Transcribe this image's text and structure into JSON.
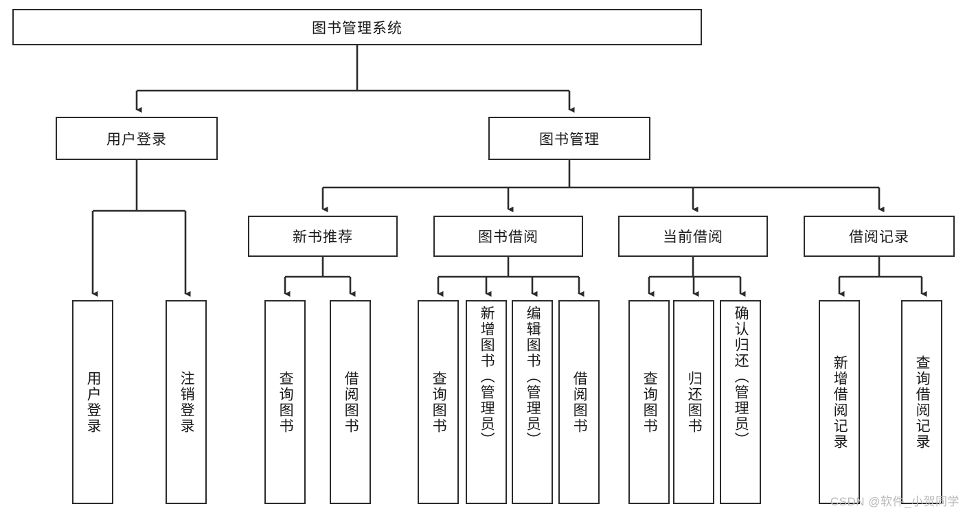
{
  "diagram": {
    "type": "tree",
    "title": "图书管理系统",
    "root": {
      "label": "图书管理系统"
    },
    "level1": [
      {
        "id": "user-login",
        "label": "用户登录"
      },
      {
        "id": "book-management",
        "label": "图书管理"
      }
    ],
    "level2": [
      {
        "id": "new-book-recommend",
        "label": "新书推荐"
      },
      {
        "id": "book-borrow",
        "label": "图书借阅"
      },
      {
        "id": "current-borrow",
        "label": "当前借阅"
      },
      {
        "id": "borrow-record",
        "label": "借阅记录"
      }
    ],
    "leaves": [
      {
        "id": "leaf-user-login",
        "parent": "user-login",
        "label": "用户登录"
      },
      {
        "id": "leaf-logout-login",
        "parent": "user-login",
        "label": "注销登录"
      },
      {
        "id": "leaf-query-book-1",
        "parent": "new-book-recommend",
        "label": "查询图书"
      },
      {
        "id": "leaf-borrow-book-1",
        "parent": "new-book-recommend",
        "label": "借阅图书"
      },
      {
        "id": "leaf-query-book-2",
        "parent": "book-borrow",
        "label": "查询图书"
      },
      {
        "id": "leaf-add-book",
        "parent": "book-borrow",
        "label": "新增图书（管理员）"
      },
      {
        "id": "leaf-edit-book",
        "parent": "book-borrow",
        "label": "编辑图书（管理员）"
      },
      {
        "id": "leaf-borrow-book-2",
        "parent": "book-borrow",
        "label": "借阅图书"
      },
      {
        "id": "leaf-query-book-3",
        "parent": "current-borrow",
        "label": "查询图书"
      },
      {
        "id": "leaf-return-book",
        "parent": "current-borrow",
        "label": "归还图书"
      },
      {
        "id": "leaf-confirm-return",
        "parent": "current-borrow",
        "label": "确认归还（管理员）"
      },
      {
        "id": "leaf-add-record",
        "parent": "borrow-record",
        "label": "新增借阅记录"
      },
      {
        "id": "leaf-query-record",
        "parent": "borrow-record",
        "label": "查询借阅记录"
      }
    ],
    "colors": {
      "stroke": "#2b2b2b",
      "fill": "#ffffff",
      "text": "#1a1a1a",
      "watermark": "#b9b9b9"
    }
  },
  "watermark": {
    "text": "CSDN @软件_小贺同学"
  }
}
